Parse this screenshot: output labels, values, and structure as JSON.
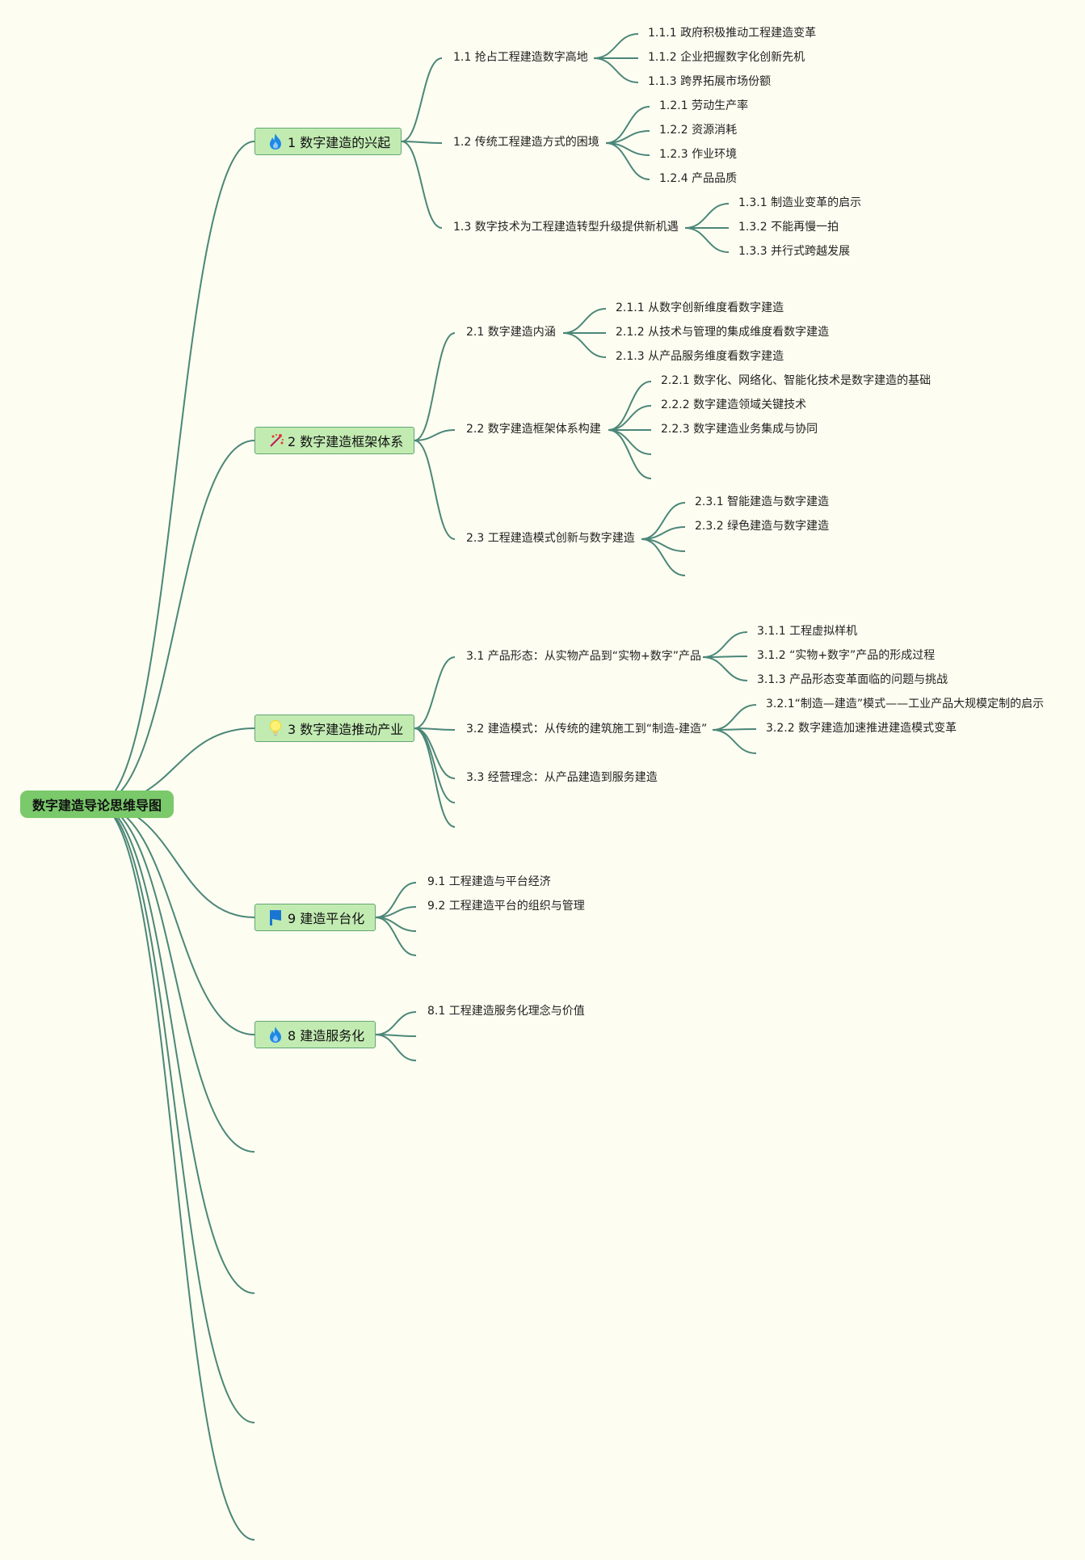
{
  "root": {
    "label": "数字建造导论思维导图"
  },
  "topics": [
    {
      "label": "1 数字建造的兴起",
      "icon": "fire-icon"
    },
    {
      "label": "2 数字建造框架体系",
      "icon": "sparkles-icon"
    },
    {
      "label": "3 数字建造推动产业",
      "icon": "lightbulb-icon"
    },
    {
      "label": "9 建造平台化",
      "icon": "flag-icon"
    },
    {
      "label": "8 建造服务化",
      "icon": "fire-icon"
    }
  ],
  "sub": {
    "t1": [
      "1.1 抢占工程建造数字高地",
      "1.2 传统工程建造方式的困境",
      "1.3 数字技术为工程建造转型升级提供新机遇"
    ],
    "t2": [
      "2.1 数字建造内涵",
      "2.2 数字建造框架体系构建",
      "2.3 工程建造模式创新与数字建造"
    ],
    "t3": [
      "3.1 产品形态：从实物产品到“实物+数字”产品",
      "3.2 建造模式：从传统的建筑施工到“制造-建造”",
      "3.3 经营理念：从产品建造到服务建造"
    ],
    "t9": [
      "9.1 工程建造与平台经济",
      "9.2 工程建造平台的组织与管理"
    ],
    "t8": [
      "8.1 工程建造服务化理念与价值"
    ]
  },
  "leaves": {
    "s11": [
      "1.1.1 政府积极推动工程建造变革",
      "1.1.2 企业把握数字化创新先机",
      "1.1.3 跨界拓展市场份额"
    ],
    "s12": [
      "1.2.1 劳动生产率",
      "1.2.2 资源消耗",
      "1.2.3 作业环境",
      "1.2.4 产品品质"
    ],
    "s13": [
      "1.3.1 制造业变革的启示",
      "1.3.2 不能再慢一拍",
      "1.3.3 并行式跨越发展"
    ],
    "s21": [
      "2.1.1 从数字创新维度看数字建造",
      "2.1.2 从技术与管理的集成维度看数字建造",
      "2.1.3 从产品服务维度看数字建造"
    ],
    "s22": [
      "2.2.1 数字化、网络化、智能化技术是数字建造的基础",
      "2.2.2 数字建造领域关键技术",
      "2.2.3 数字建造业务集成与协同"
    ],
    "s23": [
      "2.3.1 智能建造与数字建造",
      "2.3.2 绿色建造与数字建造"
    ],
    "s31": [
      "3.1.1 工程虚拟样机",
      "3.1.2 “实物+数字”产品的形成过程",
      "3.1.3 产品形态变革面临的问题与挑战"
    ],
    "s32": [
      "3.2.1“制造—建造”模式——工业产品大规模定制的启示",
      "3.2.2 数字建造加速推进建造模式变革"
    ]
  }
}
